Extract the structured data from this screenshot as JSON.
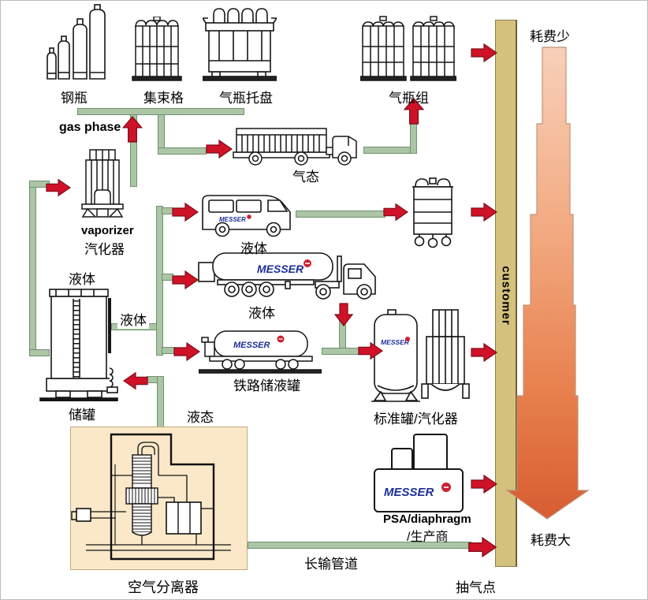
{
  "brand": "MESSER",
  "top_row": {
    "cylinders": "钢瓶",
    "bundle": "集束格",
    "pallet": "气瓶托盘",
    "cylinder_group": "气瓶组"
  },
  "left_chain": {
    "gas_phase": "gas phase",
    "vaporizer_en": "vaporizer",
    "vaporizer_cn": "汽化器",
    "liquid_below_vaporizer": "液体",
    "liquid_right_of_tank": "液体",
    "storage_tank": "储罐",
    "liquid_state": "液态"
  },
  "transport": {
    "gas_truck": "气态",
    "van_liquid": "液体",
    "tanker_liquid": "液体",
    "rail_tank": "铁路储液罐"
  },
  "receiving": {
    "standard_tank_vaporizer": "标准罐/汽化器"
  },
  "production": {
    "air_separator": "空气分离器",
    "psa_line1": "PSA/diaphragm",
    "psa_line2": "/生产商",
    "pipeline": "长输管道",
    "extraction_point": "抽气点"
  },
  "right_panel": {
    "customer": "customer",
    "cost_low": "耗费少",
    "cost_high": "耗费大"
  },
  "colors": {
    "pipe_green": "#abc5a5",
    "arrow_red": "#d01228",
    "customer_column": "#d5c17e",
    "asu_panel": "#fbe8c9",
    "cost_gradient_top": "#f8d0ba",
    "cost_gradient_bottom": "#d75c32",
    "messer_blue": "#1c2e96",
    "messer_red": "#cc2030"
  }
}
